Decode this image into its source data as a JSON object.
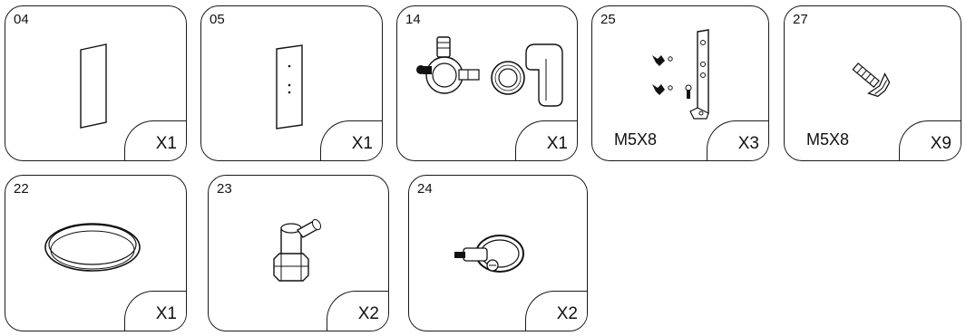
{
  "parts": [
    {
      "number": "04",
      "quantity": "X1",
      "spec": ""
    },
    {
      "number": "05",
      "quantity": "X1",
      "spec": ""
    },
    {
      "number": "14",
      "quantity": "X1",
      "spec": ""
    },
    {
      "number": "25",
      "quantity": "X3",
      "spec": "M5X8"
    },
    {
      "number": "27",
      "quantity": "X9",
      "spec": "M5X8"
    },
    {
      "number": "22",
      "quantity": "X1",
      "spec": ""
    },
    {
      "number": "23",
      "quantity": "X2",
      "spec": ""
    },
    {
      "number": "24",
      "quantity": "X2",
      "spec": ""
    }
  ]
}
